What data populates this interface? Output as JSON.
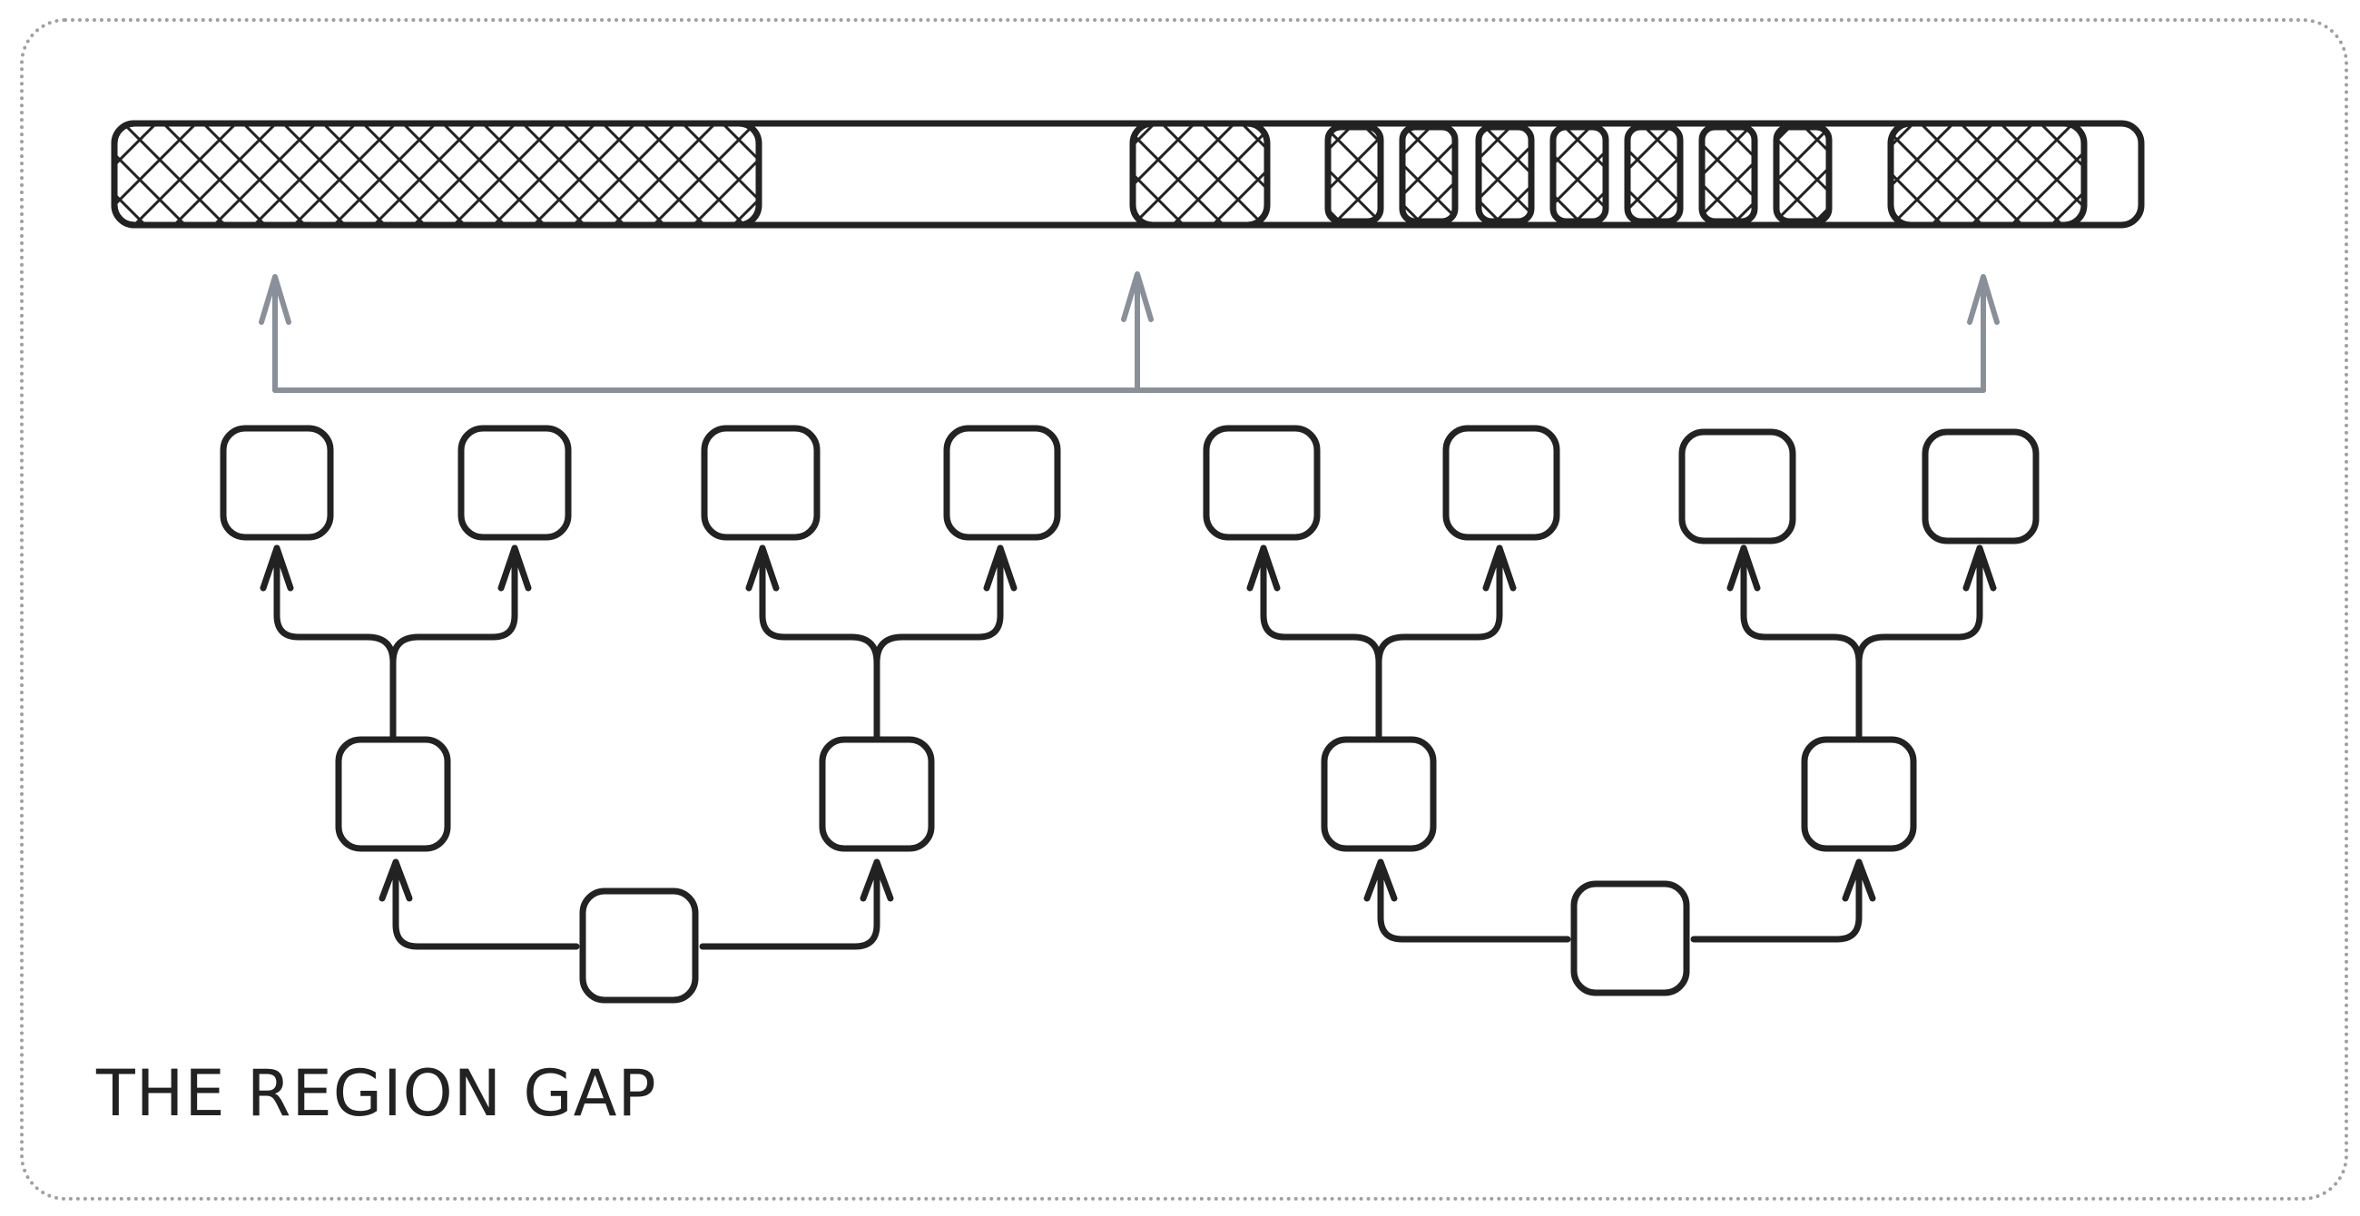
{
  "caption": "THE REGION GAP",
  "colors": {
    "ink": "#222222",
    "arrow_gray": "#8a9099",
    "frame_border": "#a0a0a0",
    "background": "#ffffff"
  },
  "memory_bar": {
    "allocated_regions": 10,
    "gaps_between_small_regions": "narrow",
    "gap_between_first_regions": "wide"
  },
  "trees": {
    "count": 2,
    "levels": 3,
    "leaf_nodes_per_tree": 4,
    "icons": [
      "node-box",
      "arrow-up",
      "hatched-region"
    ]
  }
}
